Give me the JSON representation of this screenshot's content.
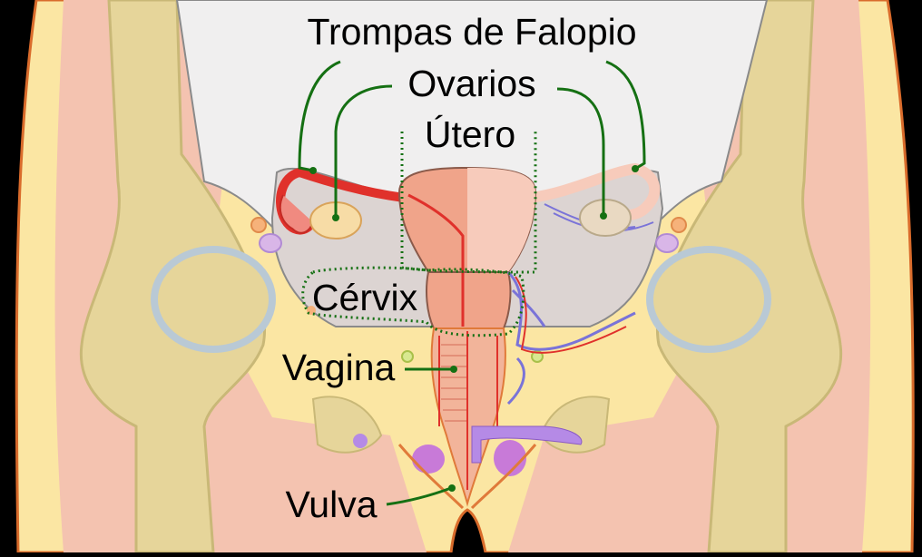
{
  "labels": {
    "fallopian_tubes": "Trompas de Falopio",
    "ovaries": "Ovarios",
    "uterus": "Útero",
    "cervix": "Cérvix",
    "vagina": "Vagina",
    "vulva": "Vulva"
  },
  "colors": {
    "background": "#000000",
    "skin_outline": "#d96b2b",
    "fat": "#fbe6a3",
    "muscle": "#f4c3b0",
    "bone": "#e6d59a",
    "bone_outline": "#c9b877",
    "pelvic_cavity": "#f0efef",
    "peritoneum": "#dcd4d2",
    "uterus_fill": "#f0a48a",
    "uterus_half": "#f7cbbb",
    "artery": "#e0312b",
    "vein": "#7a73d8",
    "leader_line": "#157013",
    "clitoris": "#b58ae6",
    "ovary": "#f7dca6"
  }
}
